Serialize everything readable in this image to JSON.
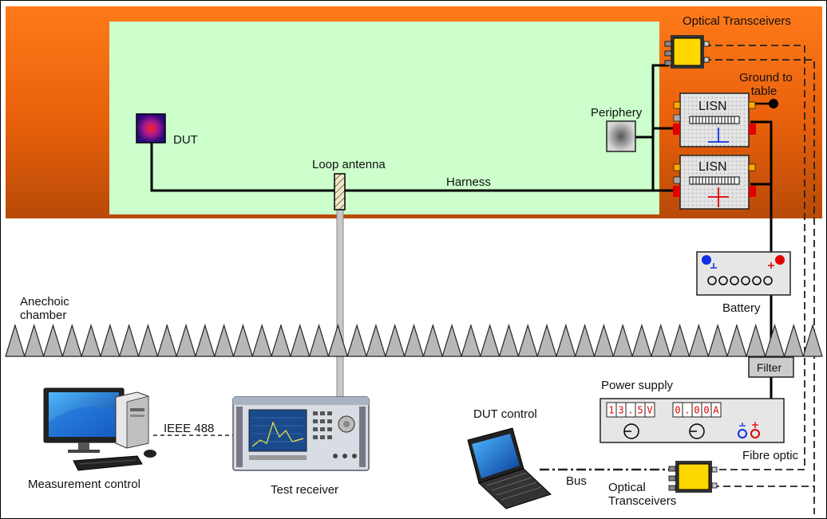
{
  "labels": {
    "optical_top": "Optical Transceivers",
    "ground": [
      "Ground to",
      "table"
    ],
    "periphery": "Periphery",
    "dut": "DUT",
    "loop_antenna": "Loop antenna",
    "harness": "Harness",
    "lisn_top": "LISN",
    "lisn_bottom": "LISN",
    "battery": "Battery",
    "anechoic": [
      "Anechoic",
      "chamber"
    ],
    "filter": "Filter",
    "power_supply": "Power supply",
    "dut_control": "DUT control",
    "ieee": "IEEE 488",
    "measurement_control": "Measurement control",
    "test_receiver": "Test receiver",
    "bus": "Bus",
    "optical_bottom": [
      "Optical",
      "Transceivers"
    ],
    "fibre_optic": "Fibre optic"
  },
  "power_supply_display": {
    "voltage": [
      "1",
      "3",
      ".",
      "5",
      "V"
    ],
    "current": [
      "0",
      ".",
      "0",
      "0",
      "A"
    ]
  },
  "colors": {
    "table_orange": "#e8640c",
    "ground_plane": "#ccffcc",
    "yellow": "#ffd700",
    "red": "#e00000",
    "blue": "#1030e0"
  }
}
